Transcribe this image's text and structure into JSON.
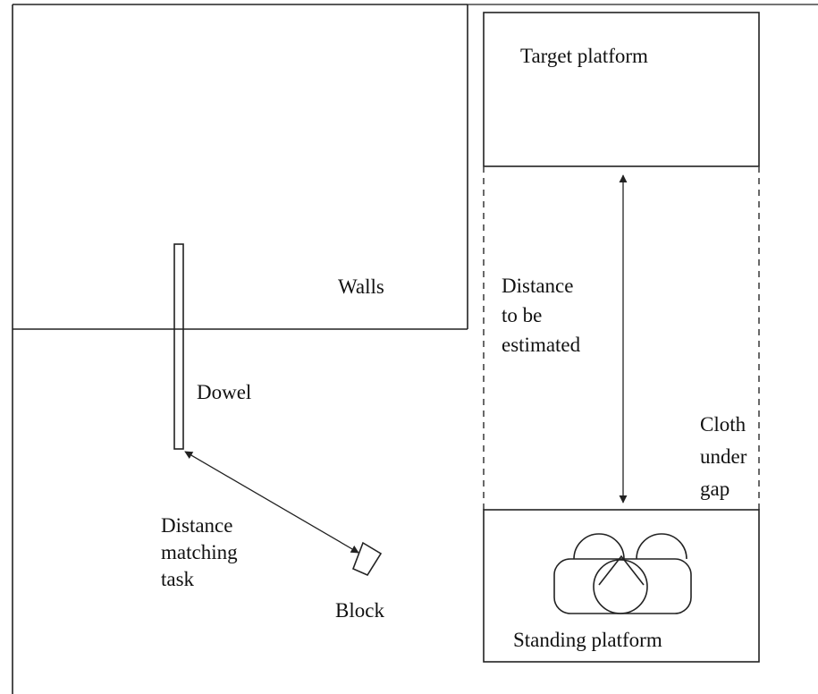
{
  "labels": {
    "walls": "Walls",
    "dowel": "Dowel",
    "distance_matching_task": [
      "Distance",
      "matching",
      "task"
    ],
    "block": "Block",
    "target_platform": "Target platform",
    "distance_to_be_estimated": [
      "Distance",
      "to be",
      "estimated"
    ],
    "cloth_under_gap": [
      "Cloth",
      "under",
      "gap"
    ],
    "standing_platform": "Standing platform"
  }
}
